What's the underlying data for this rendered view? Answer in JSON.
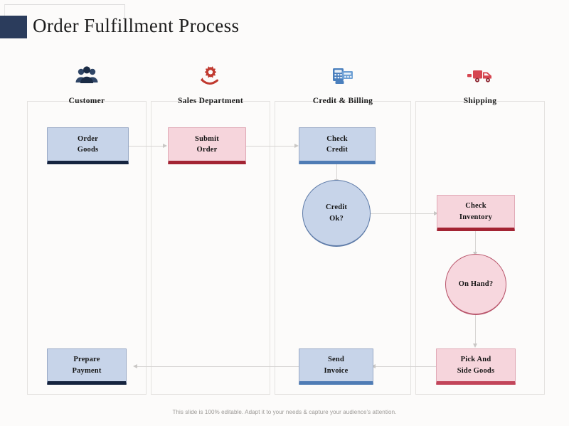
{
  "slide": {
    "title": "Order Fulfillment Process",
    "accent_color": "#2b3c5c",
    "background_color": "#fcfbfa",
    "footer_note": "This slide is 100% editable. Adapt it to your needs & capture your audience's attention."
  },
  "lanes": [
    {
      "id": "customer",
      "label": "Customer",
      "icon": "people-group-icon",
      "icon_color": "#24334e"
    },
    {
      "id": "sales",
      "label": "Sales Department",
      "icon": "gear-in-hand-icon",
      "icon_color": "#c0392f"
    },
    {
      "id": "credit",
      "label": "Credit & Billing",
      "icon": "billing-machine-icon",
      "icon_color": "#4a7fbd"
    },
    {
      "id": "shipping",
      "label": "Shipping",
      "icon": "delivery-truck-icon",
      "icon_color": "#d64550"
    }
  ],
  "nodes": [
    {
      "id": "order-goods",
      "lane": "customer",
      "shape": "box",
      "style": "blue",
      "lines": [
        "Order",
        "Goods"
      ]
    },
    {
      "id": "submit-order",
      "lane": "sales",
      "shape": "box",
      "style": "pink",
      "lines": [
        "Submit",
        "Order"
      ]
    },
    {
      "id": "check-credit",
      "lane": "credit",
      "shape": "box",
      "style": "blue2",
      "lines": [
        "Check",
        "Credit"
      ]
    },
    {
      "id": "credit-ok",
      "lane": "credit",
      "shape": "circle",
      "style": "blue",
      "lines": [
        "Credit",
        "Ok?"
      ]
    },
    {
      "id": "check-inventory",
      "lane": "shipping",
      "shape": "box",
      "style": "pink",
      "lines": [
        "Check",
        "Inventory"
      ]
    },
    {
      "id": "on-hand",
      "lane": "shipping",
      "shape": "circle",
      "style": "pink",
      "lines": [
        "On Hand?"
      ]
    },
    {
      "id": "pick-side-goods",
      "lane": "shipping",
      "shape": "box",
      "style": "pink2",
      "lines": [
        "Pick And",
        "Side Goods"
      ]
    },
    {
      "id": "send-invoice",
      "lane": "credit",
      "shape": "box",
      "style": "blue2",
      "lines": [
        "Send",
        "Invoice"
      ]
    },
    {
      "id": "prepare-payment",
      "lane": "customer",
      "shape": "box",
      "style": "blue",
      "lines": [
        "Prepare",
        "Payment"
      ]
    }
  ],
  "connections": [
    {
      "from": "order-goods",
      "to": "submit-order",
      "direction": "right"
    },
    {
      "from": "submit-order",
      "to": "check-credit",
      "direction": "right"
    },
    {
      "from": "check-credit",
      "to": "credit-ok",
      "direction": "down"
    },
    {
      "from": "credit-ok",
      "to": "check-inventory",
      "direction": "right"
    },
    {
      "from": "check-inventory",
      "to": "on-hand",
      "direction": "down"
    },
    {
      "from": "on-hand",
      "to": "pick-side-goods",
      "direction": "down"
    },
    {
      "from": "pick-side-goods",
      "to": "send-invoice",
      "direction": "left"
    },
    {
      "from": "send-invoice",
      "to": "prepare-payment",
      "direction": "left"
    }
  ],
  "colors": {
    "blue_fill": "#c7d4e9",
    "blue_accent_dark": "#16243f",
    "blue_accent_mid": "#4f7cb5",
    "pink_fill": "#f6d5dc",
    "pink_accent_dark": "#a32433",
    "pink_accent_mid": "#c2455a",
    "lane_border": "#e4e2e0",
    "connector": "#d6d4d2"
  }
}
